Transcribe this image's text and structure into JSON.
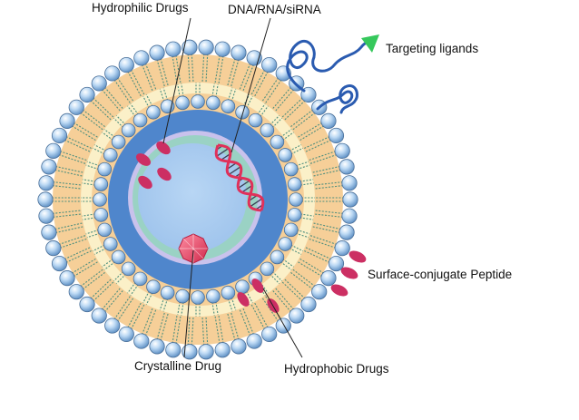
{
  "labels": {
    "hydrophilic_drugs": "Hydrophilic Drugs",
    "dna_rna_sirna": "DNA/RNA/siRNA",
    "targeting_ligands": "Targeting ligands",
    "surface_conjugate_peptide": "Surface-conjugate Peptide",
    "crystalline_drug": "Crystalline Drug",
    "hydrophobic_drugs": "Hydrophobic Drugs"
  },
  "colors": {
    "lipid_head": "#9ec6ec",
    "lipid_tail_zone": "#f6cf98",
    "lipid_tail_light": "#fbf0c8",
    "aqueous_shell": "#4f86cc",
    "core": "#a9ccf0",
    "core_ring": "#9ad2c4",
    "drug": "#cc2f63",
    "dna": "#e0305a",
    "ligand": "#2a5bb0",
    "ligand_arrow": "#36c85c",
    "crystal": "#e83a5c"
  }
}
